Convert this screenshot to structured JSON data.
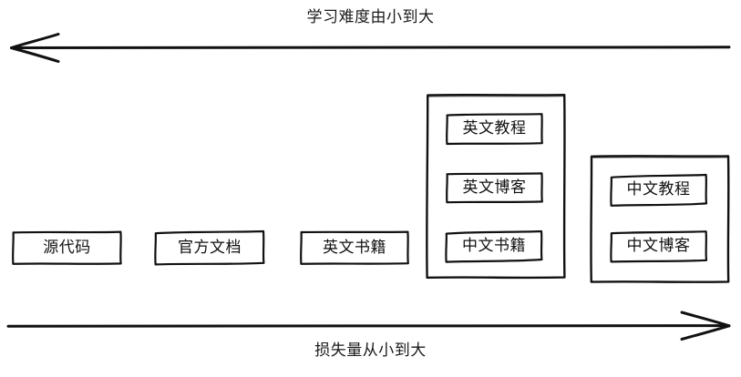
{
  "diagram": {
    "title_top": "学习难度由小到大",
    "title_bottom": "损失量从小到大",
    "stroke_color": "#111111",
    "background_color": "#ffffff",
    "top_axis": {
      "label": "学习难度由小到大",
      "direction": "left",
      "arrow_head_at": "left"
    },
    "bottom_axis": {
      "label": "损失量从小到大",
      "direction": "right",
      "arrow_head_at": "right"
    },
    "nodes": [
      {
        "id": "source-code",
        "label": "源代码"
      },
      {
        "id": "official-docs",
        "label": "官方文档"
      },
      {
        "id": "english-books",
        "label": "英文书籍"
      },
      {
        "id": "english-tutorials",
        "label": "英文教程"
      },
      {
        "id": "english-blogs",
        "label": "英文博客"
      },
      {
        "id": "chinese-books",
        "label": "中文书籍"
      },
      {
        "id": "chinese-tutorials",
        "label": "中文教程"
      },
      {
        "id": "chinese-blogs",
        "label": "中文博客"
      }
    ],
    "groups": [
      {
        "id": "english-group",
        "members": [
          "english-tutorials",
          "english-blogs",
          "chinese-books"
        ]
      },
      {
        "id": "chinese-group",
        "members": [
          "chinese-tutorials",
          "chinese-blogs"
        ]
      }
    ]
  }
}
